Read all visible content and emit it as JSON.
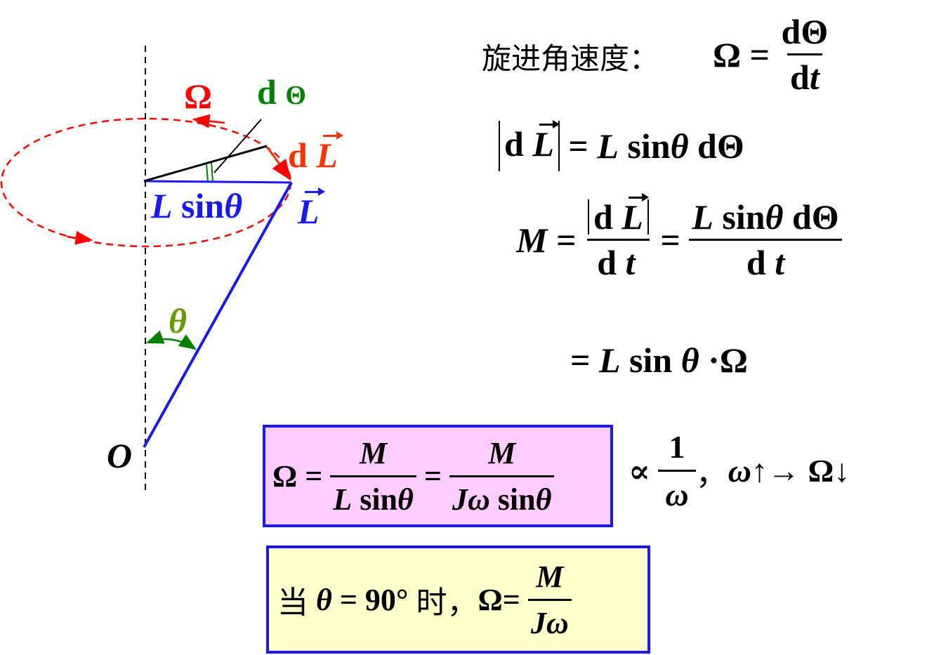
{
  "diagram": {
    "labels": {
      "omega": "Ω",
      "d_theta_d": "d",
      "d_theta_sym": "Θ",
      "dL_d": "d",
      "dL_L": "L",
      "lsin_L": "L",
      "lsin_sin": "sin",
      "lsin_theta": "θ",
      "L_vec": "L",
      "theta": "θ",
      "origin": "O"
    },
    "colors": {
      "red": "#ff0000",
      "blue": "#1a1af0",
      "green": "#008000",
      "orange": "#ff3300",
      "olive": "#669900"
    }
  },
  "formulas": {
    "title": "旋进角速度：",
    "f1": {
      "lhs": "Ω",
      "eq": "=",
      "num": "dΘ",
      "den_d": "d",
      "den_t": "t"
    },
    "f2": {
      "d": "d",
      "L": "L",
      "eq": "=",
      "rhs_L": "L",
      "rhs_sin": "sin",
      "rhs_theta": "θ",
      "rhs_dT": "dΘ"
    },
    "f3": {
      "M": "M",
      "eq": "=",
      "num1_d": "d",
      "num1_L": "L",
      "den1_d": "d",
      "den1_t": "t",
      "eq2": "=",
      "num2_L": "L",
      "num2_sin": "sin",
      "num2_theta": "θ",
      "num2_dT": "dΘ",
      "den2_d": "d",
      "den2_t": "t"
    },
    "f4": {
      "eq": "=",
      "L": "L",
      "sin": "sin",
      "theta": "θ",
      "dot": "·",
      "omega": "Ω"
    }
  },
  "pink_box": {
    "omega": "Ω",
    "eq": "=",
    "num1": "M",
    "den1_L": "L",
    "den1_sin": "sin",
    "den1_theta": "θ",
    "eq2": "=",
    "num2": "M",
    "den2_J": "Jω",
    "den2_sin": "sin",
    "den2_theta": "θ",
    "background": "#ffccff"
  },
  "proportional": {
    "symbol": "∝",
    "num": "1",
    "den": "ω",
    "comma": "，",
    "w": "ω",
    "up": "↑",
    "arrow": "→",
    "omega": "Ω",
    "down": "↓"
  },
  "yellow_box": {
    "dang": "当",
    "theta": "θ",
    "eq": "=",
    "deg": "90°",
    "shi": "时",
    "comma": "，",
    "omega": "Ω",
    "eq2": "=",
    "num": "M",
    "den": "Jω",
    "background": "#ffffcc"
  }
}
